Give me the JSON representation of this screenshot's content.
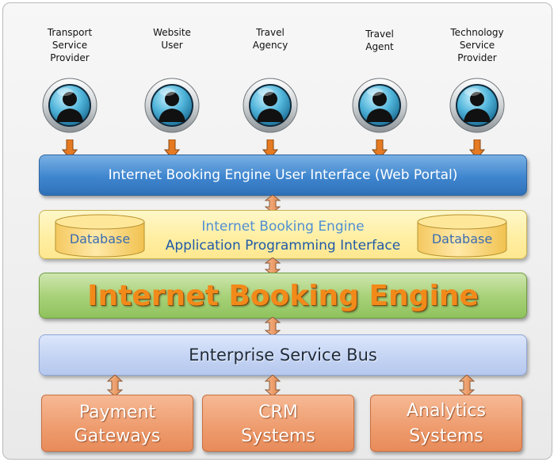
{
  "users": [
    {
      "label": "Transport\nService\nProvider"
    },
    {
      "label": "Website\nUser"
    },
    {
      "label": "Travel\nAgency"
    },
    {
      "label": "Travel\nAgent"
    },
    {
      "label": "Technology\nService\nProvider"
    }
  ],
  "layers": {
    "ui": {
      "label": "Internet Booking Engine User Interface (Web Portal)"
    },
    "api": {
      "line1": "Internet Booking Engine",
      "line2": "Application Programming Interface",
      "db_left": "Database",
      "db_right": "Database"
    },
    "engine": {
      "label": "Internet Booking Engine"
    },
    "esb": {
      "label": "Enterprise Service Bus"
    }
  },
  "systems": [
    {
      "line1": "Payment",
      "line2": "Gateways"
    },
    {
      "line1": "CRM",
      "line2": "Systems"
    },
    {
      "line1": "Analytics",
      "line2": "Systems"
    }
  ],
  "colors": {
    "ui_layer": "#3f86cf",
    "api_layer": "#ffeea0",
    "engine_layer": "#a9d27a",
    "engine_text": "#f28a1a",
    "esb_layer": "#c2d2f3",
    "system_box": "#ee9b6d",
    "arrow": "#f0a070"
  },
  "icons": {
    "user": "user-avatar-icon",
    "database": "database-cylinder-icon",
    "arrow_down": "arrow-down-icon",
    "arrow_both": "double-arrow-icon"
  }
}
